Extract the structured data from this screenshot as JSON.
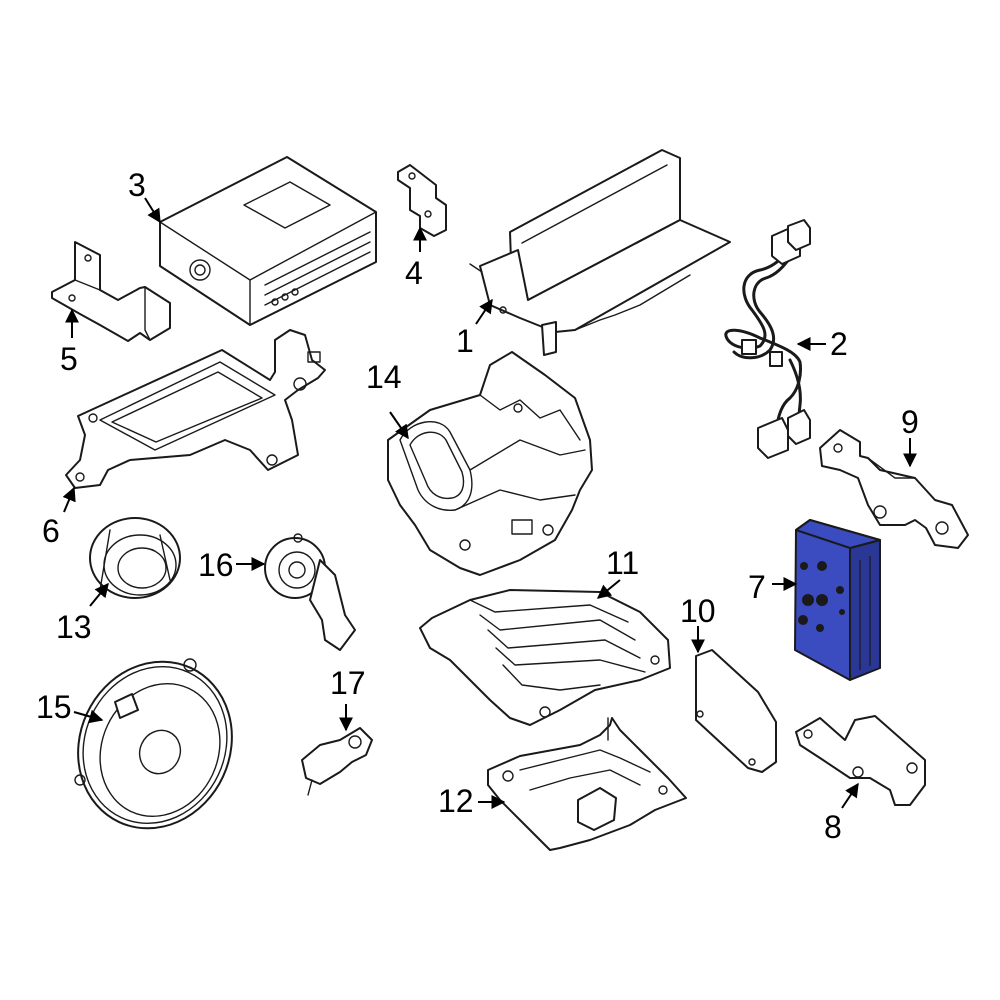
{
  "diagram": {
    "highlight_color": "#3b4cc0",
    "highlight_dark": "#2a3794",
    "ink_color": "#1a1a1a",
    "callouts": [
      {
        "id": "1",
        "label": "1"
      },
      {
        "id": "2",
        "label": "2"
      },
      {
        "id": "3",
        "label": "3"
      },
      {
        "id": "4",
        "label": "4"
      },
      {
        "id": "5",
        "label": "5"
      },
      {
        "id": "6",
        "label": "6"
      },
      {
        "id": "7",
        "label": "7"
      },
      {
        "id": "8",
        "label": "8"
      },
      {
        "id": "9",
        "label": "9"
      },
      {
        "id": "10",
        "label": "10"
      },
      {
        "id": "11",
        "label": "11"
      },
      {
        "id": "12",
        "label": "12"
      },
      {
        "id": "13",
        "label": "13"
      },
      {
        "id": "14",
        "label": "14"
      },
      {
        "id": "15",
        "label": "15"
      },
      {
        "id": "16",
        "label": "16"
      },
      {
        "id": "17",
        "label": "17"
      }
    ],
    "highlighted_part": "7"
  }
}
